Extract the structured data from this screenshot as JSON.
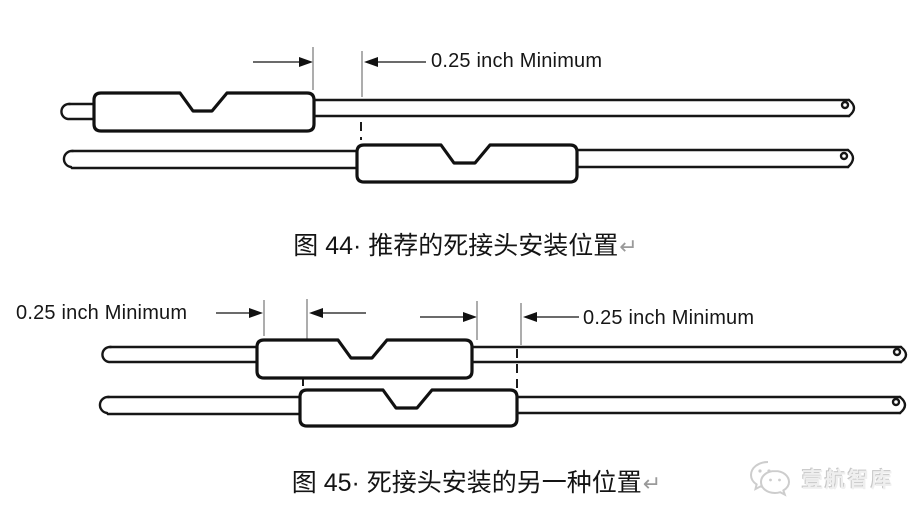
{
  "page": {
    "background": "#ffffff"
  },
  "figure44": {
    "dimension_label": "0.25 inch Minimum",
    "caption": "图 44· 推荐的死接头安装位置",
    "return_mark": "↵"
  },
  "figure45": {
    "dimension_label_left": "0.25 inch Minimum",
    "dimension_label_right": "0.25 inch Minimum",
    "caption": "图 45· 死接头安装的另一种位置",
    "return_mark": "↵"
  },
  "watermark": {
    "icon": "wechat-icon",
    "text": "壹航智库",
    "color": "#d9d9d9"
  },
  "colors": {
    "line": "#161616",
    "tick": "#8a8a8a",
    "caption_text": "#141414",
    "return_mark": "#9a9a9a"
  }
}
